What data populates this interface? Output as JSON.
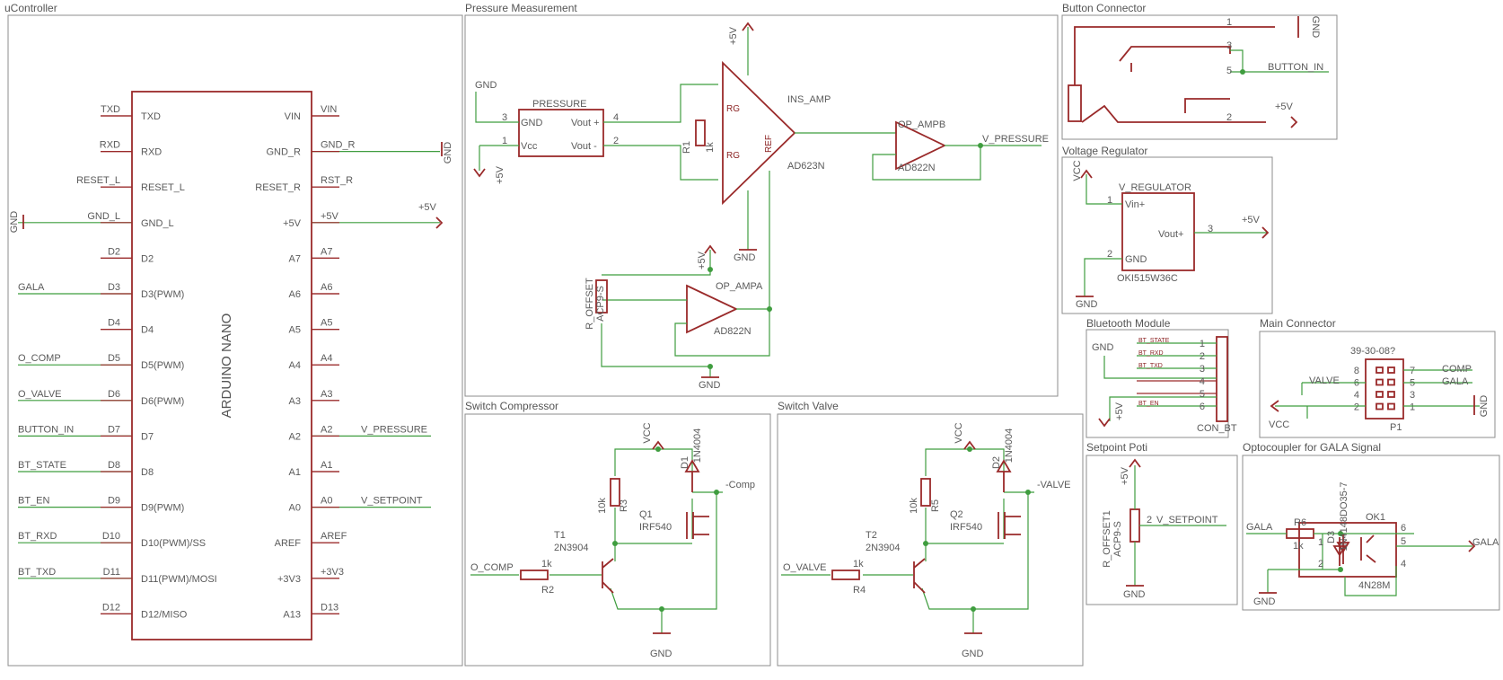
{
  "sections": {
    "ucontroller": "uController",
    "pressure": "Pressure Measurement",
    "button": "Button Connector",
    "vreg": "Voltage Regulator",
    "bluetooth": "Bluetooth Module",
    "mainconn": "Main Connector",
    "compressor": "Switch Compressor",
    "valve": "Switch Valve",
    "setpoint": "Setpoint Poti",
    "opto": "Optocoupler for GALA Signal"
  },
  "nano": {
    "name": "ARDUINO NANO",
    "left_pins": [
      "TXD",
      "RXD",
      "RESET_L",
      "GND_L",
      "D2",
      "D3(PWM)",
      "D4",
      "D5(PWM)",
      "D6(PWM)",
      "D7",
      "D8",
      "D9(PWM)",
      "D10(PWM)/SS",
      "D11(PWM)/MOSI",
      "D12/MISO"
    ],
    "left_labels": [
      "TXD",
      "RXD",
      "RESET_L",
      "GND_L",
      "D2",
      "D3",
      "D4",
      "D5",
      "D6",
      "D7",
      "D8",
      "D9",
      "D10",
      "D11",
      "D12"
    ],
    "left_nets": [
      "",
      "",
      "",
      "",
      "",
      "GALA",
      "",
      "O_COMP",
      "O_VALVE",
      "BUTTON_IN",
      "BT_STATE",
      "BT_EN",
      "BT_RXD",
      "BT_TXD",
      ""
    ],
    "right_pins": [
      "VIN",
      "GND_R",
      "RESET_R",
      "+5V",
      "A7",
      "A6",
      "A5",
      "A4",
      "A3",
      "A2",
      "A1",
      "A0",
      "AREF",
      "+3V3",
      "A13"
    ],
    "right_labels": [
      "VIN",
      "GND_R",
      "RST_R",
      "+5V",
      "A7",
      "A6",
      "A5",
      "A4",
      "A3",
      "A2",
      "A1",
      "A0",
      "AREF",
      "+3V3",
      "D13"
    ],
    "right_nets": [
      "",
      "",
      "",
      "+5V",
      "",
      "",
      "",
      "",
      "",
      "V_PRESSURE",
      "",
      "V_SETPOINT",
      "",
      "",
      ""
    ],
    "gnd_left": "GND",
    "gnd_right": "GND"
  },
  "pressure": {
    "sensor": "PRESSURE",
    "sensor_gnd": "GND",
    "sensor_vcc": "Vcc",
    "sensor_voutp": "Vout +",
    "sensor_voutm": "Vout -",
    "pin3": "3",
    "pin1": "1",
    "pin4": "4",
    "pin2": "2",
    "gnd": "GND",
    "p5v": "+5V",
    "top5v": "+5V",
    "ins_amp": "INS_AMP",
    "ad623": "AD623N",
    "rg": "RG",
    "ref": "REF",
    "r1": "R1",
    "r1v": "1k",
    "opampb": "OP_AMPB",
    "ad822b": "AD822N",
    "v_pressure": "V_PRESSURE",
    "opampa": "OP_AMPA",
    "ad822a": "AD822N",
    "r_offset": "R_OFFSET",
    "acp": "ACP9-S",
    "gnd_bottom": "GND",
    "gnd_mid": "GND",
    "p5v_offset": "+5V"
  },
  "button": {
    "gnd": "GND",
    "button_in": "BUTTON_IN",
    "p5v": "+5V",
    "pins": [
      "1",
      "3",
      "5",
      "2"
    ]
  },
  "vreg": {
    "name": "V_REGULATOR",
    "part": "OKI515W36C",
    "vin": "Vin+",
    "vout": "Vout+",
    "gnd_pin": "GND",
    "vcc": "VCC",
    "gnd": "GND",
    "p5v": "+5V",
    "pin1": "1",
    "pin2": "2",
    "pin3": "3"
  },
  "bluetooth": {
    "gnd": "GND",
    "p5v": "+5V",
    "name": "CON_BT",
    "pins": [
      "1",
      "2",
      "3",
      "4",
      "5",
      "6"
    ],
    "nets": [
      "BT_STATE",
      "BT_RXD",
      "BT_TXD",
      "",
      "",
      "BT_EN"
    ]
  },
  "mainconn": {
    "part": "39-30-08?",
    "name": "P1",
    "comp": "COMP",
    "valve": "VALVE",
    "gala": "GALA",
    "vcc": "VCC",
    "gnd": "GND",
    "pins_l": [
      "8",
      "6",
      "4",
      "2"
    ],
    "pins_r": [
      "7",
      "5",
      "3",
      "1"
    ]
  },
  "compressor": {
    "vcc": "VCC",
    "gnd": "GND",
    "d": "D1",
    "dpart": "1N4004",
    "out": "-Comp",
    "r3": "R3",
    "r3v": "10k",
    "q": "Q1",
    "qpart": "IRF540",
    "t": "T1",
    "tpart": "2N3904",
    "in": "O_COMP",
    "r2": "R2",
    "r2v": "1k"
  },
  "valve": {
    "vcc": "VCC",
    "gnd": "GND",
    "d": "D2",
    "dpart": "1N4004",
    "out": "-VALVE",
    "r5": "R5",
    "r5v": "10k",
    "q": "Q2",
    "qpart": "IRF540",
    "t": "T2",
    "tpart": "2N3904",
    "in": "O_VALVE",
    "r4": "R4",
    "r4v": "1k"
  },
  "setpoint": {
    "p5v": "+5V",
    "name": "R_OFFSET1",
    "part": "ACP9-S",
    "net": "V_SETPOINT",
    "gnd": "GND",
    "pin2": "2"
  },
  "opto": {
    "gala_in": "GALA",
    "r6": "R6",
    "r6v": "1k",
    "d3": "D3",
    "d3part": "1N4148DO35-7",
    "ok": "OK1",
    "okpart": "4N28M",
    "gala_out": "GALA",
    "gnd": "GND",
    "pins": [
      "1",
      "2",
      "6",
      "5",
      "4"
    ]
  },
  "colors": {
    "wire": "#3f9d3f",
    "symbol": "#9a2a2a",
    "frame": "#8c8c8c"
  }
}
